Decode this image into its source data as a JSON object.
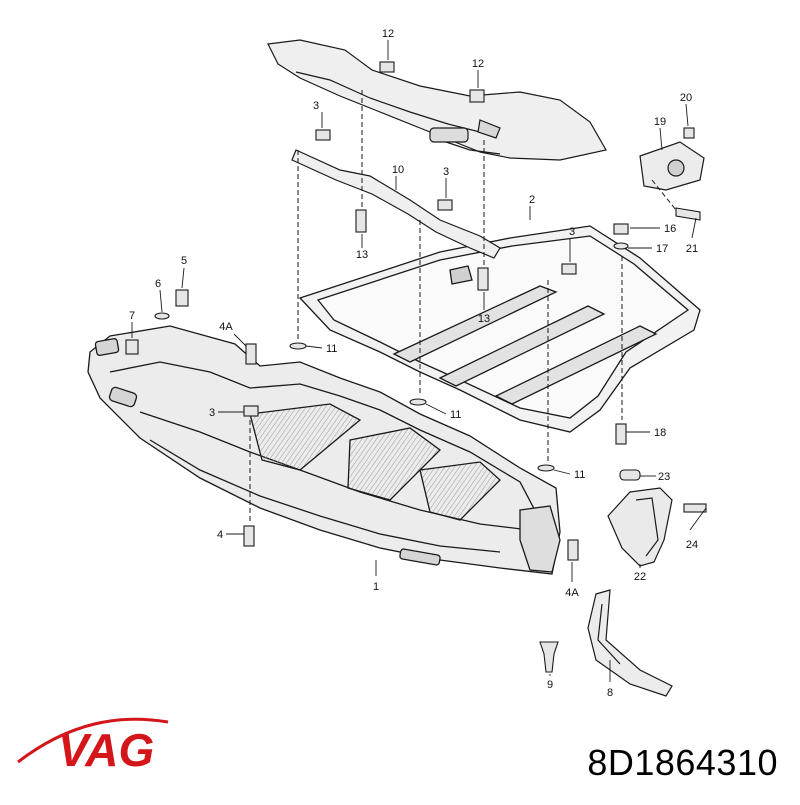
{
  "brand": {
    "logo_text": "VAG",
    "logo_color": "#d4161b"
  },
  "part_number": "8D1864310",
  "callouts": {
    "c12a": "12",
    "c12b": "12",
    "c20": "20",
    "c19": "19",
    "c3a": "3",
    "c10": "10",
    "c3b": "3",
    "c2": "2",
    "c3c": "3",
    "c16": "16",
    "c17": "17",
    "c21": "21",
    "c13a": "13",
    "c13b": "13",
    "c5": "5",
    "c6": "6",
    "c7": "7",
    "c4A_a": "4A",
    "c11a": "11",
    "c3d": "3",
    "c11b": "11",
    "c18": "18",
    "c11c": "11",
    "c23": "23",
    "c4": "4",
    "c24": "24",
    "c1": "1",
    "c22": "22",
    "c4A_b": "4A",
    "c9": "9",
    "c8": "8"
  },
  "colors": {
    "line": "#1a1a1a",
    "shade": "#e9e9e9",
    "shade_dark": "#cfcfcf"
  }
}
